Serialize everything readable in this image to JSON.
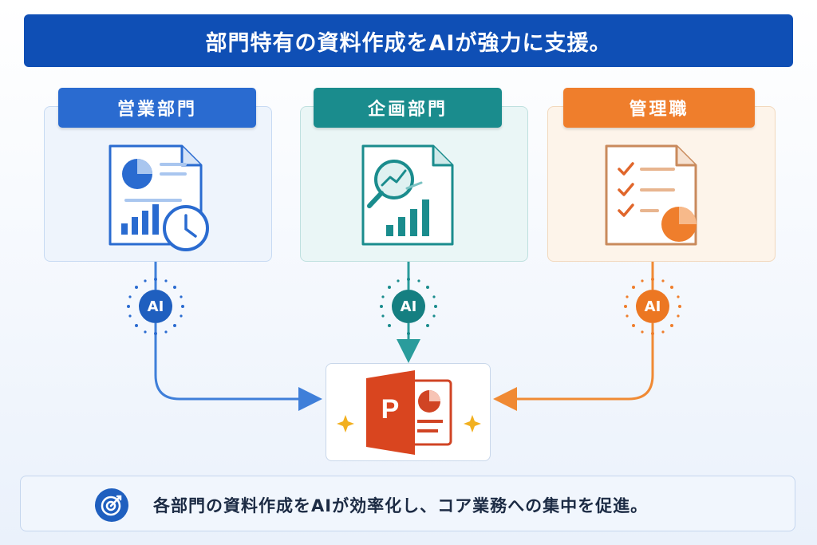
{
  "header": {
    "title": "部門特有の資料作成をAIが強力に支援。"
  },
  "departments": [
    {
      "id": "sales",
      "label": "営業部門",
      "color": "#2a6bd0",
      "icon": "report-clock-icon"
    },
    {
      "id": "plan",
      "label": "企画部門",
      "color": "#1a8c8d",
      "icon": "analysis-magnifier-icon"
    },
    {
      "id": "mgmt",
      "label": "管理職",
      "color": "#ef7e2c",
      "icon": "checklist-pie-icon"
    }
  ],
  "ai": {
    "badge_label": "AI"
  },
  "output": {
    "letter": "P",
    "icon": "powerpoint-icon"
  },
  "footer": {
    "text": "各部門の資料作成をAIが効率化し、コア業務への集中を促進。",
    "icon": "target-icon"
  }
}
